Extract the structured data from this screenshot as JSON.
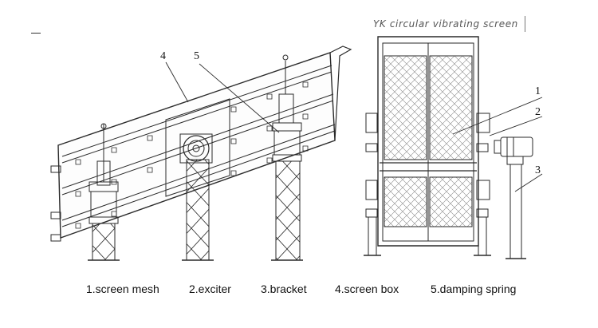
{
  "title": "YK  circular  vibrating  screen",
  "legend": [
    {
      "label": "1.screen mesh"
    },
    {
      "label": "2.exciter"
    },
    {
      "label": "3.bracket"
    },
    {
      "label": "4.screen box"
    },
    {
      "label": "5.damping spring"
    }
  ],
  "callouts": {
    "side_view": [
      "4",
      "5"
    ],
    "end_view": [
      "1",
      "2",
      "3"
    ]
  },
  "colors": {
    "line": "#2a2a2a",
    "mesh": "#8a8a8a",
    "text": "#111111"
  }
}
